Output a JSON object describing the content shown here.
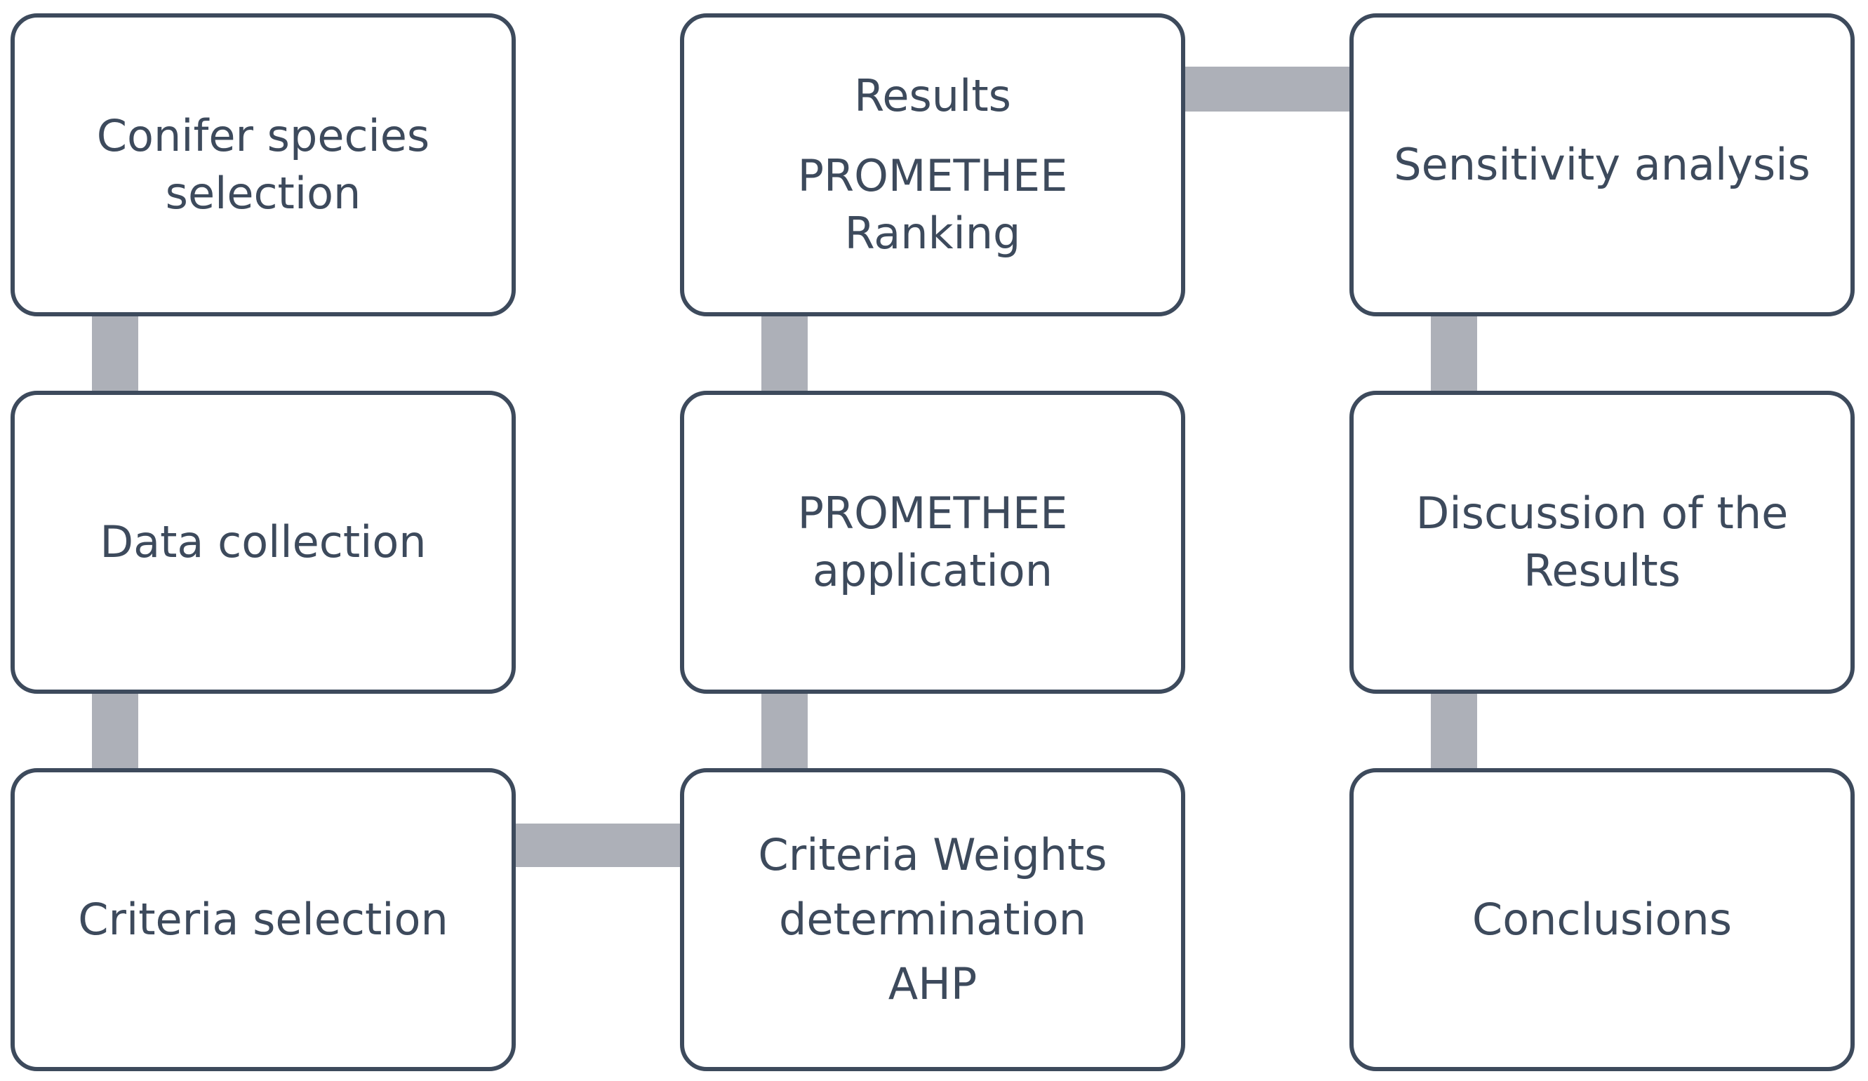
{
  "diagram": {
    "boxes": {
      "conifer_selection": {
        "lines": [
          "Conifer species",
          "selection"
        ]
      },
      "data_collection": {
        "lines": [
          "Data collection"
        ]
      },
      "criteria_selection": {
        "lines": [
          "Criteria selection"
        ]
      },
      "results_ranking": {
        "lines": [
          "Results",
          "PROMETHEE",
          "Ranking"
        ]
      },
      "promethee_application": {
        "lines": [
          "PROMETHEE",
          "application"
        ]
      },
      "criteria_weights": {
        "lines": [
          "Criteria Weights",
          "determination",
          "AHP"
        ]
      },
      "sensitivity_analysis": {
        "lines": [
          "Sensitivity analysis"
        ]
      },
      "discussion_results": {
        "lines": [
          "Discussion of the",
          "Results"
        ]
      },
      "conclusions": {
        "lines": [
          "Conclusions"
        ]
      }
    }
  },
  "colors": {
    "box_border": "#3d4a5c",
    "text": "#3d4a5c",
    "connector": "#adb0b8",
    "background": "#ffffff"
  }
}
